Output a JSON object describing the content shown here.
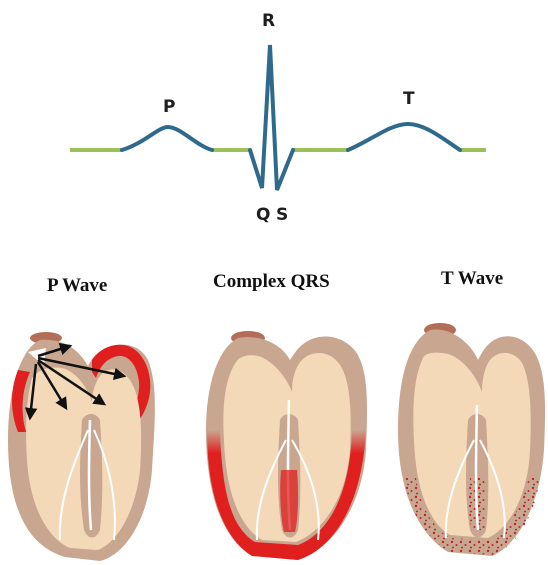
{
  "ecg": {
    "labels": {
      "p": "P",
      "r": "R",
      "q": "Q",
      "s": "S",
      "t": "T"
    },
    "colors": {
      "baseline": "#9bbf5a",
      "wave": "#2f6a8c"
    }
  },
  "panels": [
    {
      "title": "P Wave"
    },
    {
      "title": "Complex QRS"
    },
    {
      "title": "T Wave"
    }
  ],
  "colors": {
    "heart_outer": "#c9a690",
    "heart_inner": "#f3d9b8",
    "activation": "#e01f1f",
    "vessel": "#b46e58",
    "arrow": "#111111"
  }
}
